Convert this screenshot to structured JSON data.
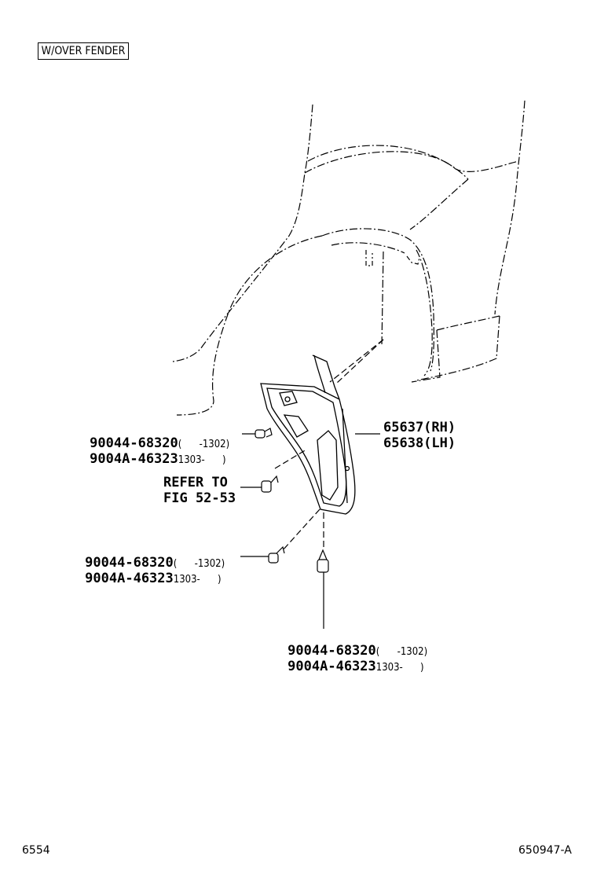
{
  "header": {
    "variant_label": "W/OVER FENDER"
  },
  "callouts": {
    "upper_clip": {
      "line1_part": "90044-68320",
      "line1_range": "(      -1302)",
      "line2_part": "9004A-46323",
      "line2_range": "1303-      )"
    },
    "refer": {
      "line1": "REFER TO",
      "line2": "FIG 52-53"
    },
    "lower_clip": {
      "line1_part": "90044-68320",
      "line1_range": "(      -1302)",
      "line2_part": "9004A-46323",
      "line2_range": "1303-      )"
    },
    "bottom_clip": {
      "line1_part": "90044-68320",
      "line1_range": "(      -1302)",
      "line2_part": "9004A-46323",
      "line2_range": "1303-      )"
    },
    "mudguard": {
      "line1": "65637(RH)",
      "line2": "65638(LH)"
    }
  },
  "footer": {
    "page_number": "6554",
    "figure_id": "650947-A"
  }
}
